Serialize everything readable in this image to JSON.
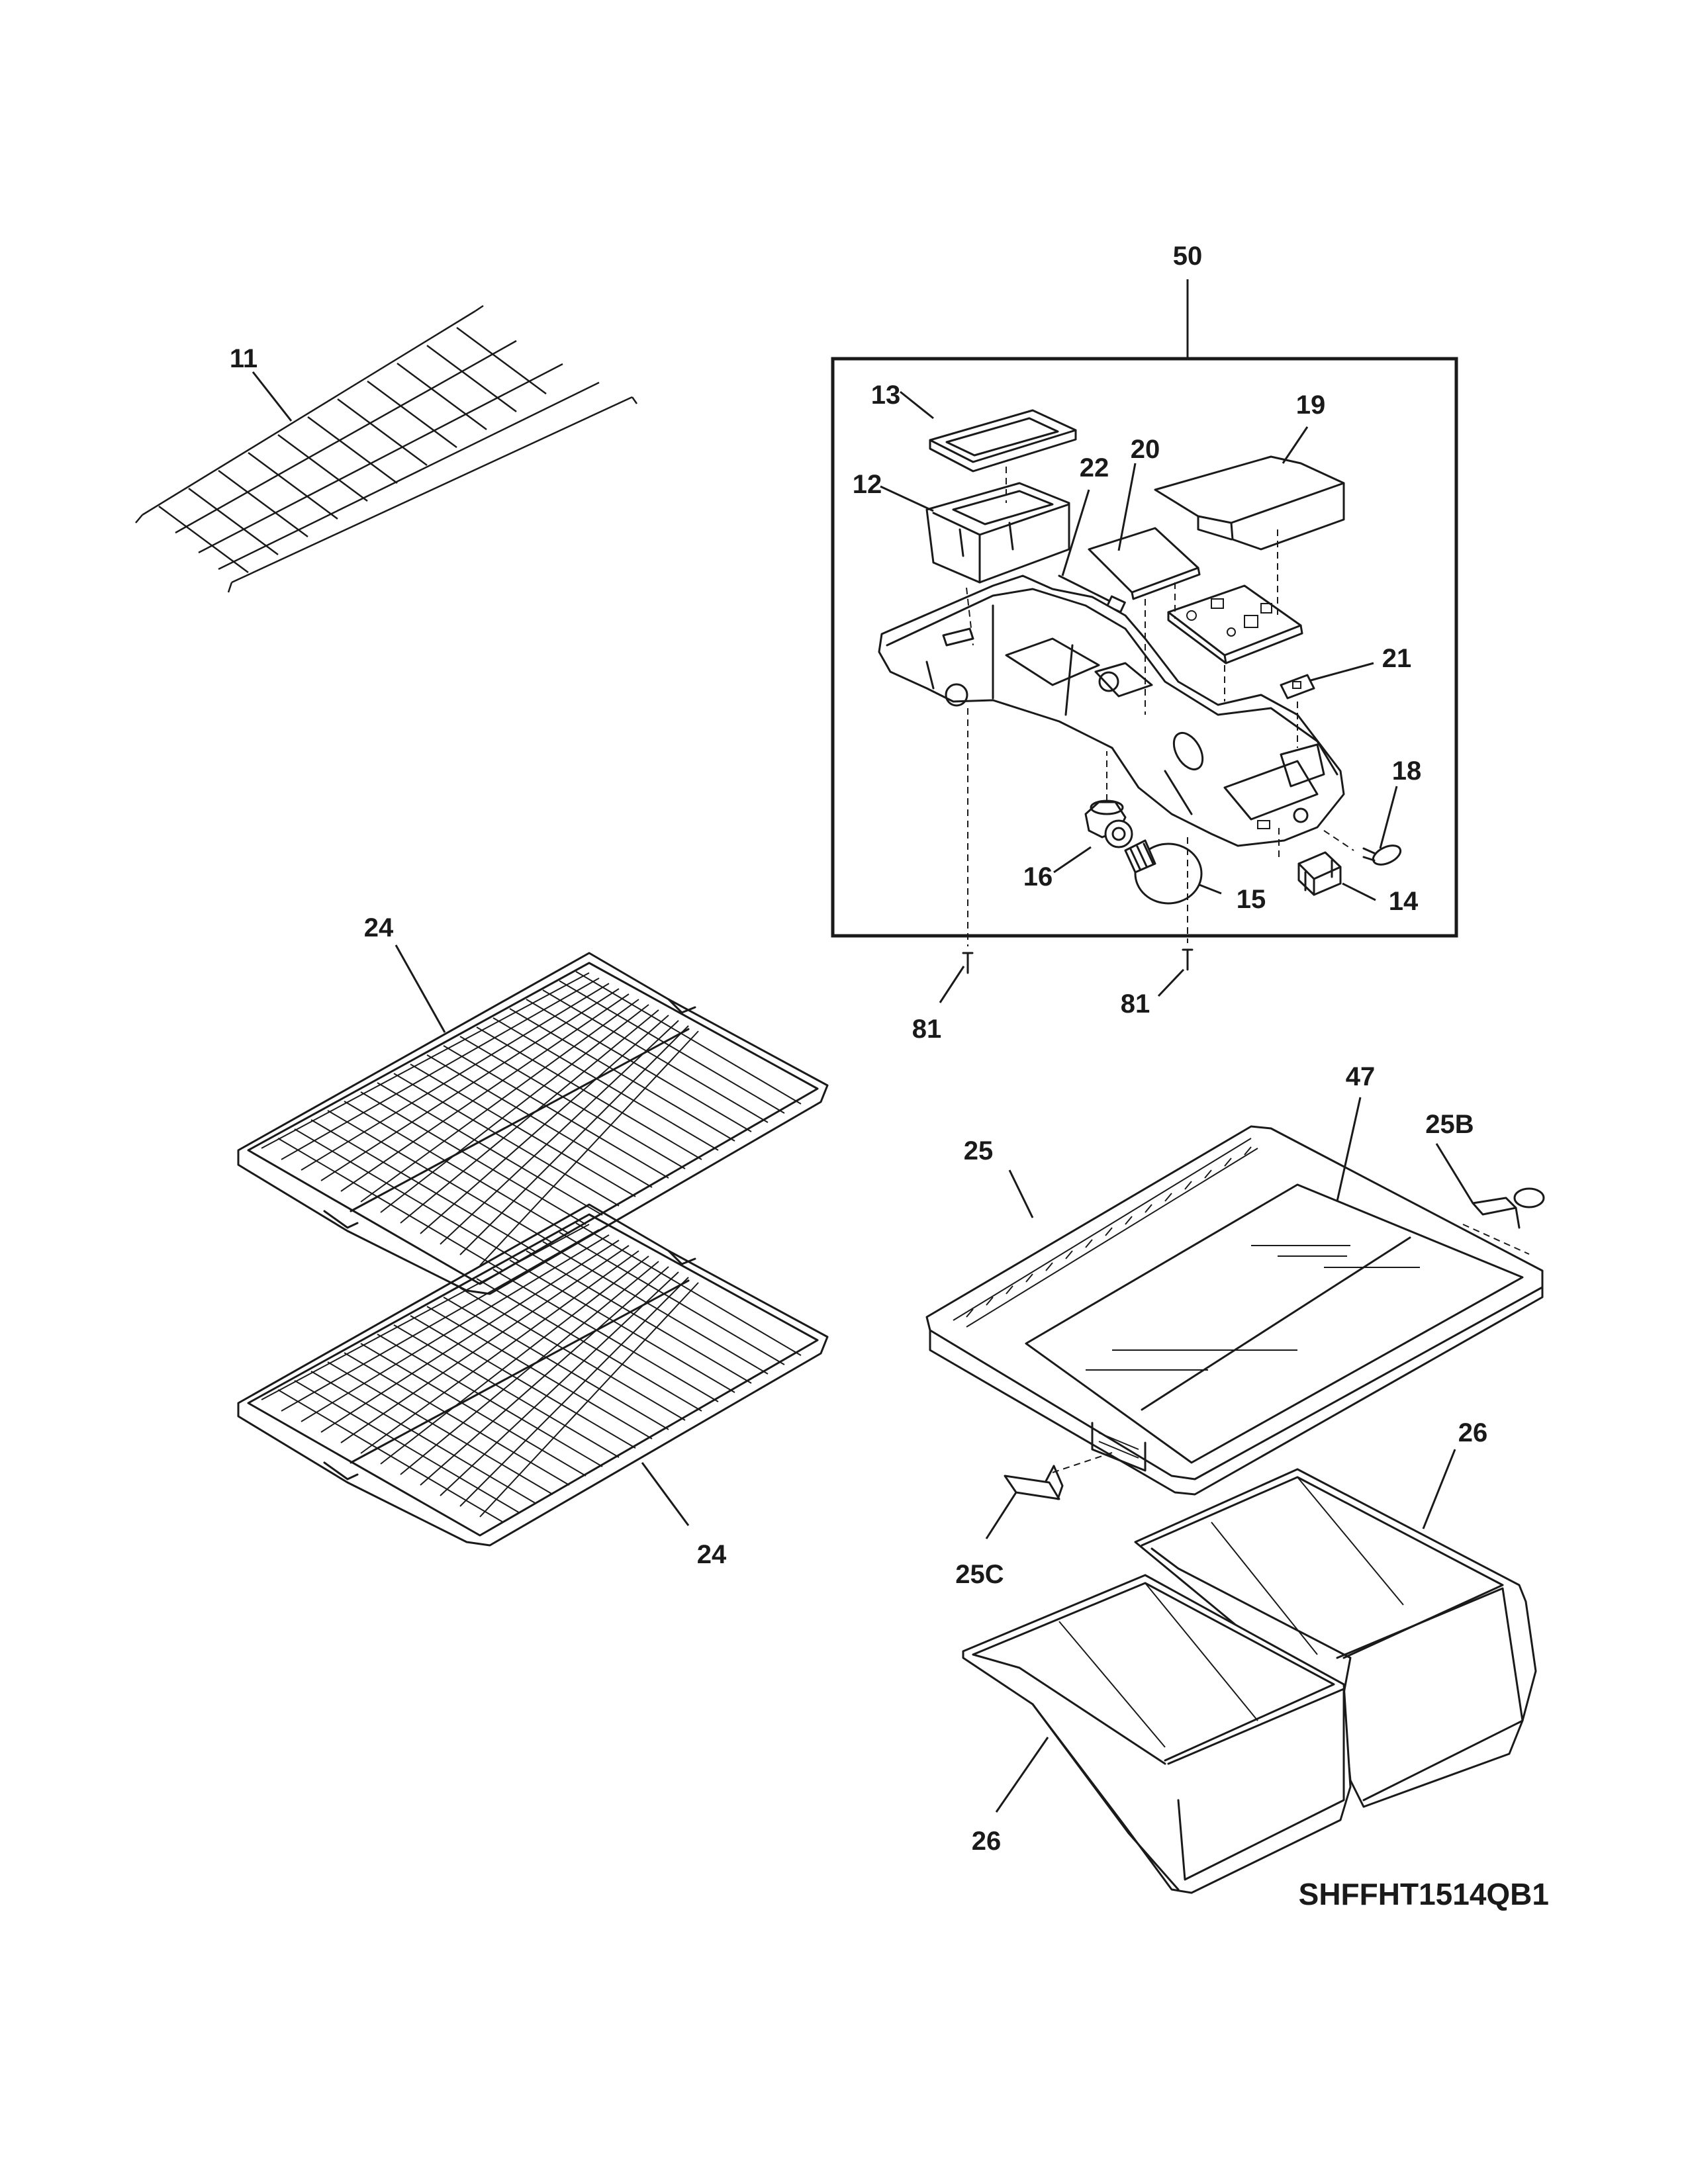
{
  "diagram": {
    "model_code": "SHFFHT1514QB1",
    "assembly_label": "50",
    "callouts": [
      {
        "id": "11",
        "text": "11"
      },
      {
        "id": "13",
        "text": "13"
      },
      {
        "id": "12",
        "text": "12"
      },
      {
        "id": "22",
        "text": "22"
      },
      {
        "id": "20",
        "text": "20"
      },
      {
        "id": "19",
        "text": "19"
      },
      {
        "id": "21",
        "text": "21"
      },
      {
        "id": "18",
        "text": "18"
      },
      {
        "id": "16",
        "text": "16"
      },
      {
        "id": "15",
        "text": "15"
      },
      {
        "id": "14",
        "text": "14"
      },
      {
        "id": "81a",
        "text": "81"
      },
      {
        "id": "81b",
        "text": "81"
      },
      {
        "id": "24a",
        "text": "24"
      },
      {
        "id": "24b",
        "text": "24"
      },
      {
        "id": "47",
        "text": "47"
      },
      {
        "id": "25",
        "text": "25"
      },
      {
        "id": "25B",
        "text": "25B"
      },
      {
        "id": "25C",
        "text": "25C"
      },
      {
        "id": "26a",
        "text": "26"
      },
      {
        "id": "26b",
        "text": "26"
      }
    ]
  }
}
